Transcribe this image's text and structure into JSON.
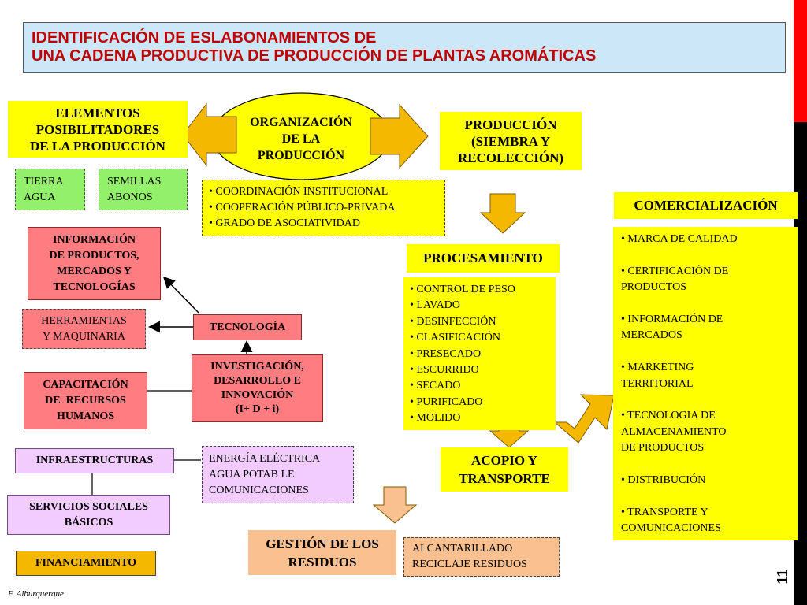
{
  "title": {
    "line1": "IDENTIFICACIÓN DE ESLABONAMIENTOS DE",
    "line2": "UNA CADENA PRODUCTIVA DE PRODUCCIÓN DE PLANTAS AROMÁTICAS"
  },
  "elementos": [
    "ELEMENTOS",
    "POSIBILITADORES",
    "DE LA PRODUCCIÓN"
  ],
  "organizacion": [
    "ORGANIZACIÓN",
    "DE LA",
    "PRODUCCIÓN"
  ],
  "produccion": [
    "PRODUCCIÓN",
    "(SIEMBRA Y",
    "RECOLECCIÓN)"
  ],
  "tierra": [
    "TIERRA",
    "AGUA"
  ],
  "semillas": [
    "SEMILLAS",
    "ABONOS"
  ],
  "coordinacion": [
    "• COORDINACIÓN INSTITUCIONAL",
    "• COOPERACIÓN PÚBLICO-PRIVADA",
    "• GRADO DE ASOCIATIVIDAD"
  ],
  "informacion": [
    "INFORMACIÓN",
    "DE PRODUCTOS,",
    "MERCADOS Y",
    "TECNOLOGÍAS"
  ],
  "herramientas": [
    "HERRAMIENTAS",
    "Y MAQUINARIA"
  ],
  "tecnologia": "TECNOLOGÍA",
  "investigacion": [
    "INVESTIGACIÓN,",
    "DESARROLLO E",
    "INNOVACIÓN",
    "(I+ D + i)"
  ],
  "capacitacion": [
    "CAPACITACIÓN",
    "DE  RECURSOS",
    "HUMANOS"
  ],
  "infraestructuras": "INFRAESTRUCTURAS",
  "energia": [
    "ENERGÍA ELÉCTRICA",
    "AGUA POTAB LE",
    "COMUNICACIONES"
  ],
  "servicios": [
    "SERVICIOS SOCIALES",
    "BÁSICOS"
  ],
  "financiamiento": "FINANCIAMIENTO",
  "procesamiento": "PROCESAMIENTO",
  "procesos": [
    "• CONTROL DE PESO",
    "• LAVADO",
    "• DESINFECCIÓN",
    "• CLASIFICACIÓN",
    "• PRESECADO",
    "• ESCURRIDO",
    "• SECADO",
    "• PURIFICADO",
    "• MOLIDO"
  ],
  "acopio": [
    "ACOPIO Y",
    "TRANSPORTE"
  ],
  "gestion": [
    "GESTIÓN DE LOS",
    "RESIDUOS"
  ],
  "alcantarillado": [
    "ALCANTARILLADO",
    "RECICLAJE RESIDUOS"
  ],
  "comercializacion": "COMERCIALIZACIÓN",
  "comercio_items": [
    "• MARCA DE CALIDAD",
    "",
    "• CERTIFICACIÓN DE",
    "PRODUCTOS",
    "",
    "• INFORMACIÓN DE",
    "MERCADOS",
    "",
    "• MARKETING",
    "TERRITORIAL",
    "",
    "• TECNOLOGIA DE",
    "ALMACENAMIENTO",
    "DE PRODUCTOS",
    "",
    "• DISTRIBUCIÓN",
    "",
    "• TRANSPORTE Y",
    "COMUNICACIONES"
  ],
  "page_number": "11",
  "author": "F. Alburquerque",
  "colors": {
    "title_bg": "#cce8f8",
    "title_text": "#c00000",
    "yellow": "#ffff00",
    "pink": "#ff7c80",
    "green": "#92f06a",
    "lavender": "#f2ccff",
    "peach": "#fac090",
    "arrow": "#f5b800",
    "side_bar_red": "#ff0000",
    "side_bar_black": "#000000"
  }
}
